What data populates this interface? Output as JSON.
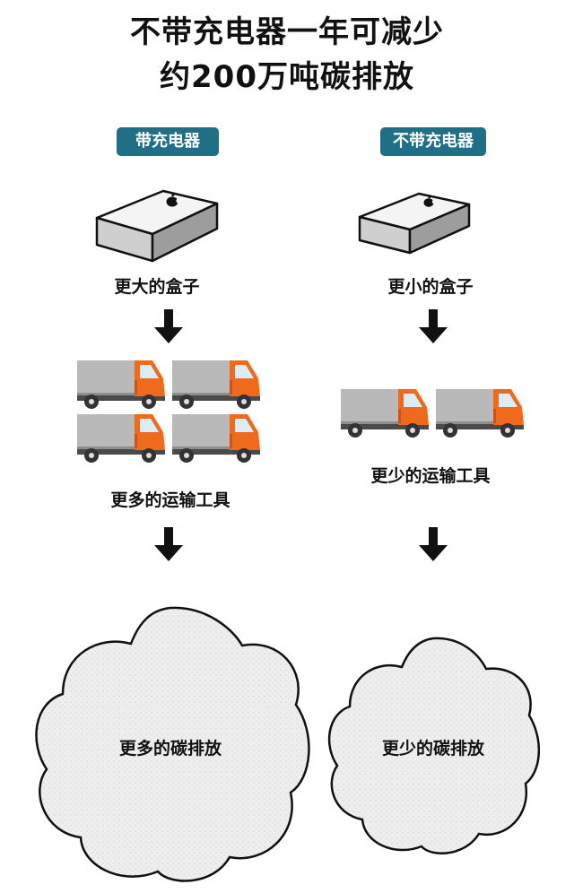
{
  "title": {
    "line1": "不带充电器一年可减少",
    "line2": "约200万吨碳排放"
  },
  "left": {
    "badge": "带充电器",
    "box_label": "更大的盒子",
    "truck_label": "更多的运输工具",
    "cloud_label": "更多的碳排放",
    "truck_count": 4
  },
  "right": {
    "badge": "不带充电器",
    "box_label": "更小的盒子",
    "truck_label": "更少的运输工具",
    "cloud_label": "更少的碳排放",
    "truck_count": 2
  },
  "colors": {
    "badge": "#1f6f87",
    "truck_cab": "#f06a1e",
    "truck_cargo": "#b9b9b9",
    "cloud": "#eeeeee"
  },
  "icons": {
    "box": "phone-box-icon",
    "truck": "truck-icon",
    "arrow": "arrow-down-icon",
    "cloud": "cloud-icon",
    "logo": "apple-logo-icon"
  }
}
